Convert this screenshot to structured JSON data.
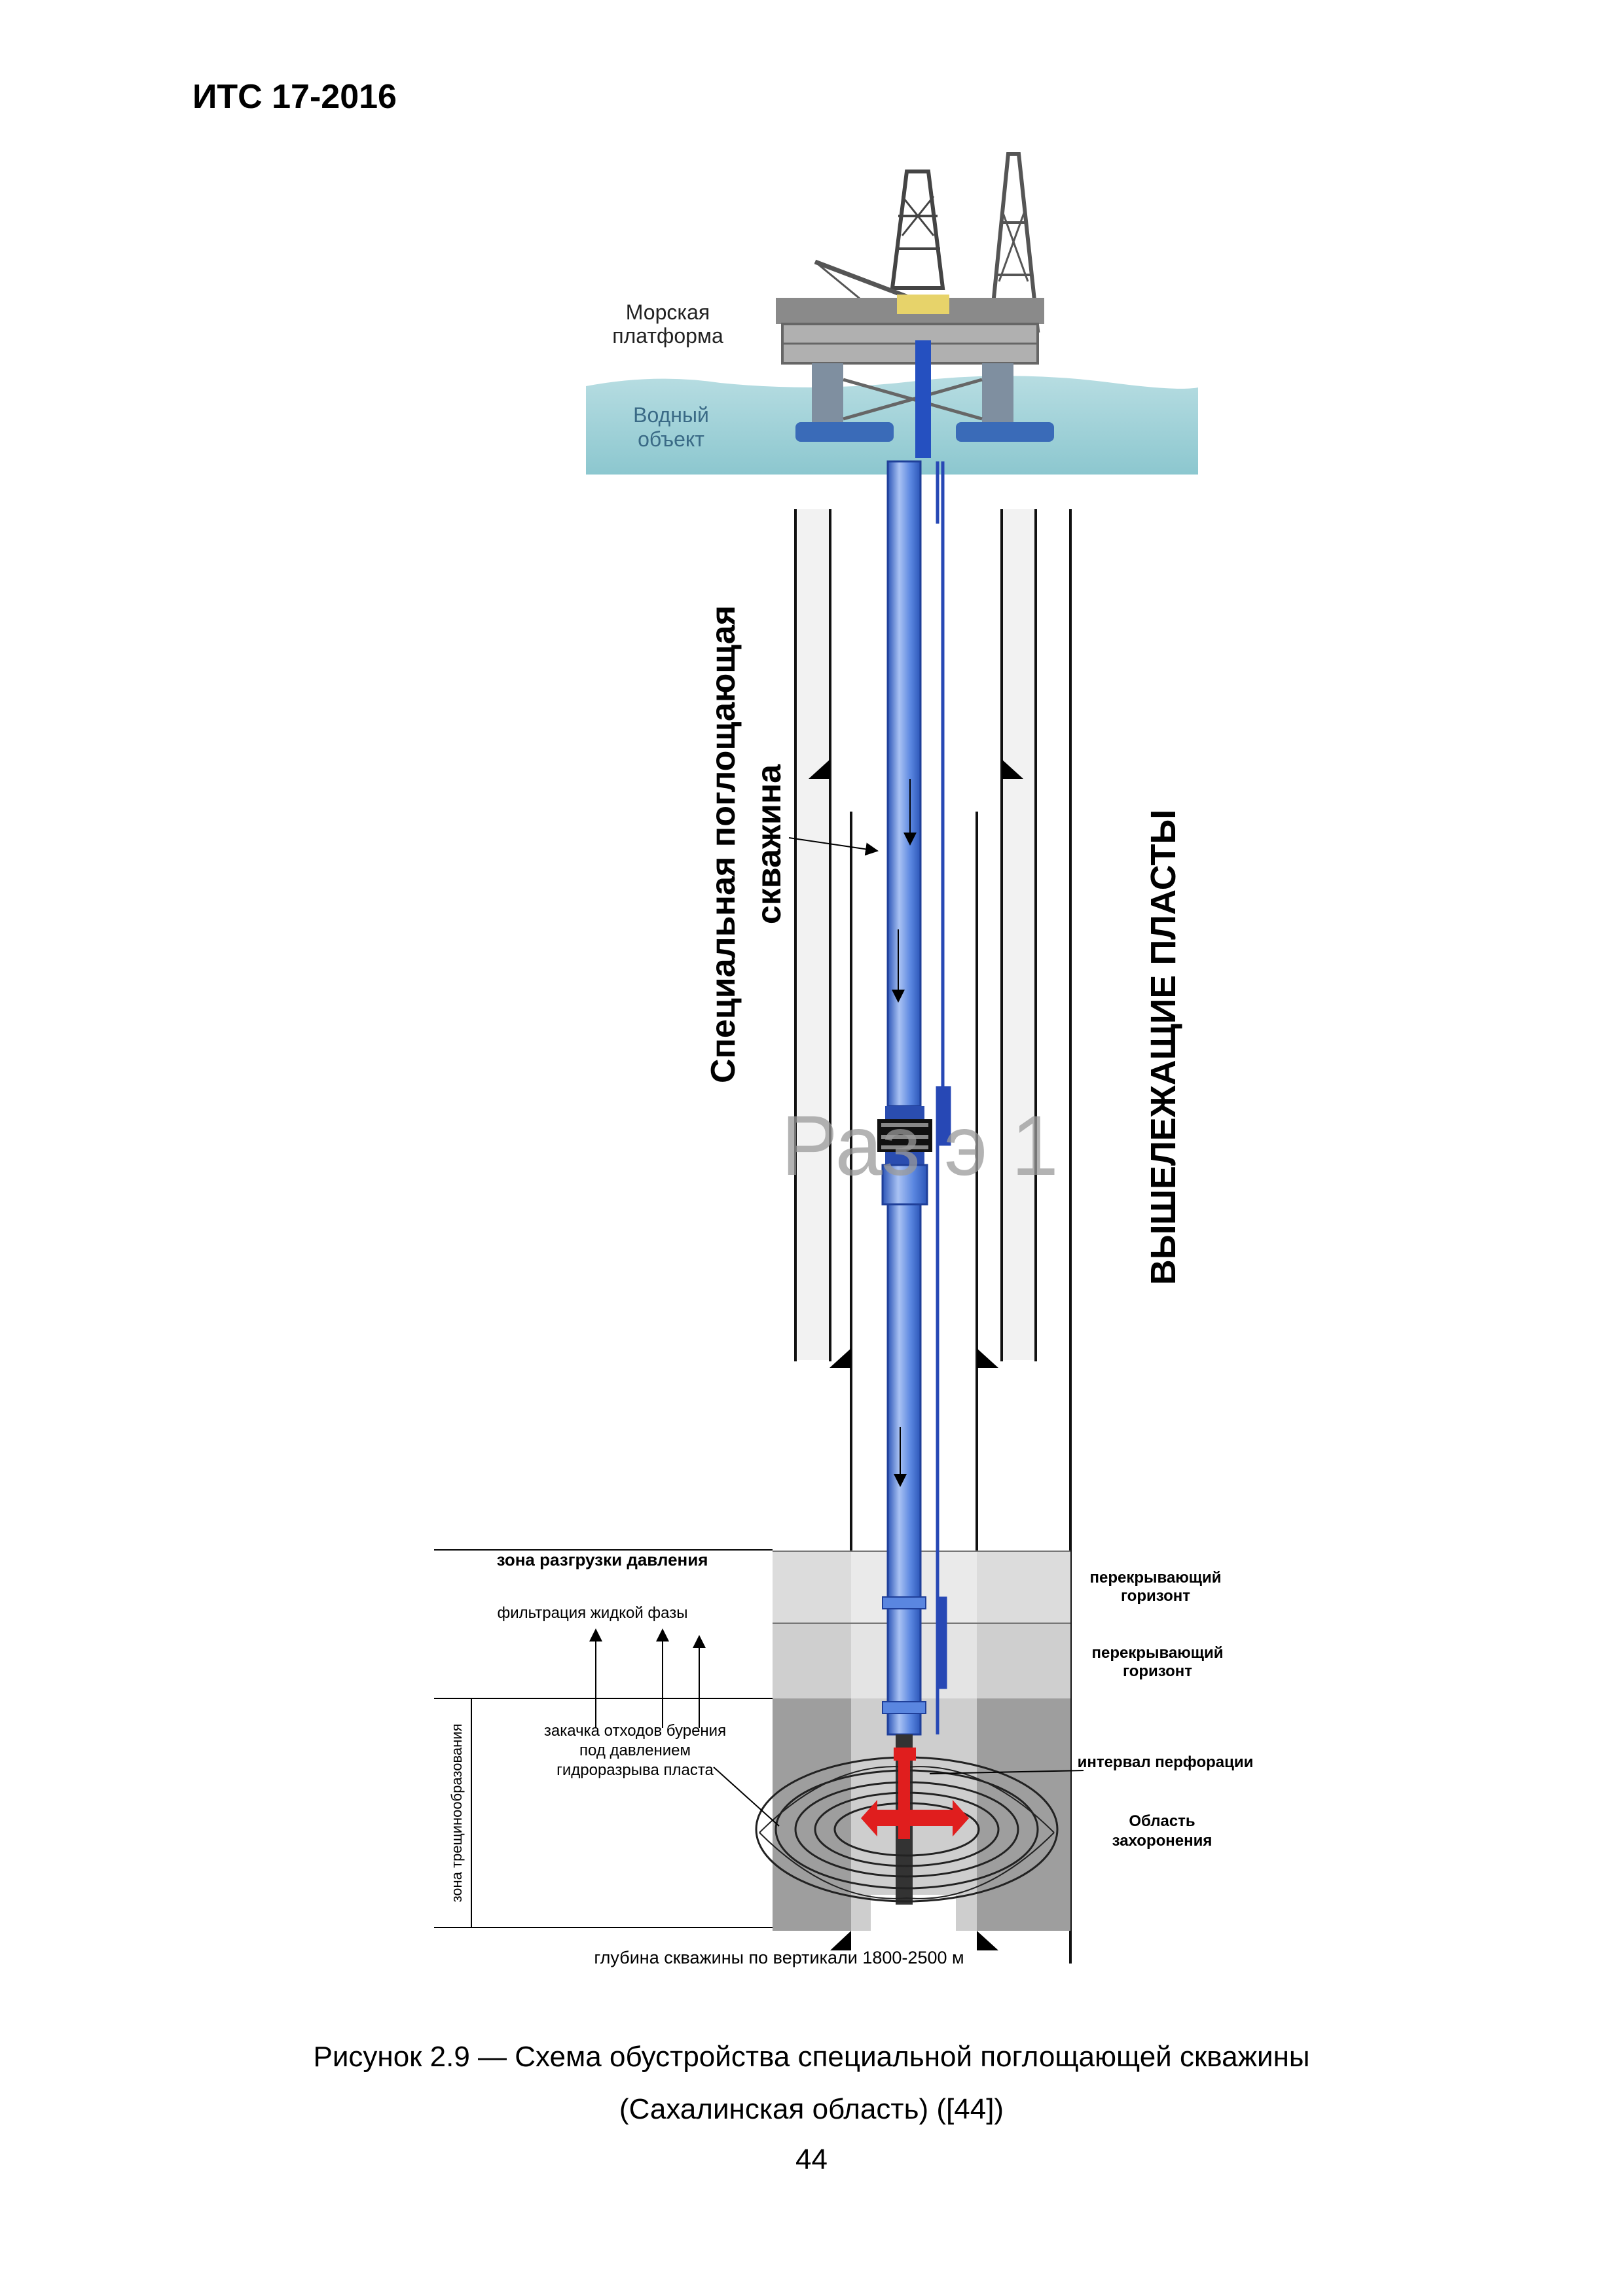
{
  "header": {
    "doc_code": "ИТС 17-2016"
  },
  "figure": {
    "platform_label": [
      "Морская",
      "платформа"
    ],
    "water_label": [
      "Водный",
      "объект"
    ],
    "well_label": [
      "Специальная поглощающая",
      "скважина"
    ],
    "overlying_label": "ВЫШЕЛЕЖАЩИЕ ПЛАСТЫ",
    "watermark": "Раз  э 1",
    "zone_pressure_relief": "зона разгрузки давления",
    "filtration_label": "фильтрация жидкой фазы",
    "injection_label": [
      "закачка отходов бурения",
      "под давлением",
      "гидроразрыва пласта"
    ],
    "fracture_zone_label": "зона трещинообразования",
    "cap_horizon_1": [
      "перекрывающий",
      "горизонт"
    ],
    "cap_horizon_2": [
      "перекрывающий",
      "горизонт"
    ],
    "perforation_label": "интервал перфорации",
    "burial_label": [
      "Область",
      "захоронения"
    ],
    "depth_label": "глубина скважины по вертикали 1800-2500 м",
    "colors": {
      "water": "#9fd0d6",
      "pipe": "#3e6fd6",
      "pipe_light": "#9db8ef",
      "injection_red": "#e01e1e",
      "gray_dark": "#9a9a9a",
      "gray_light": "#d9d9d9"
    }
  },
  "caption": {
    "line1": "Рисунок 2.9 — Схема обустройства специальной поглощающей скважины",
    "line2": "(Сахалинская область) ([44])"
  },
  "page_number": "44"
}
